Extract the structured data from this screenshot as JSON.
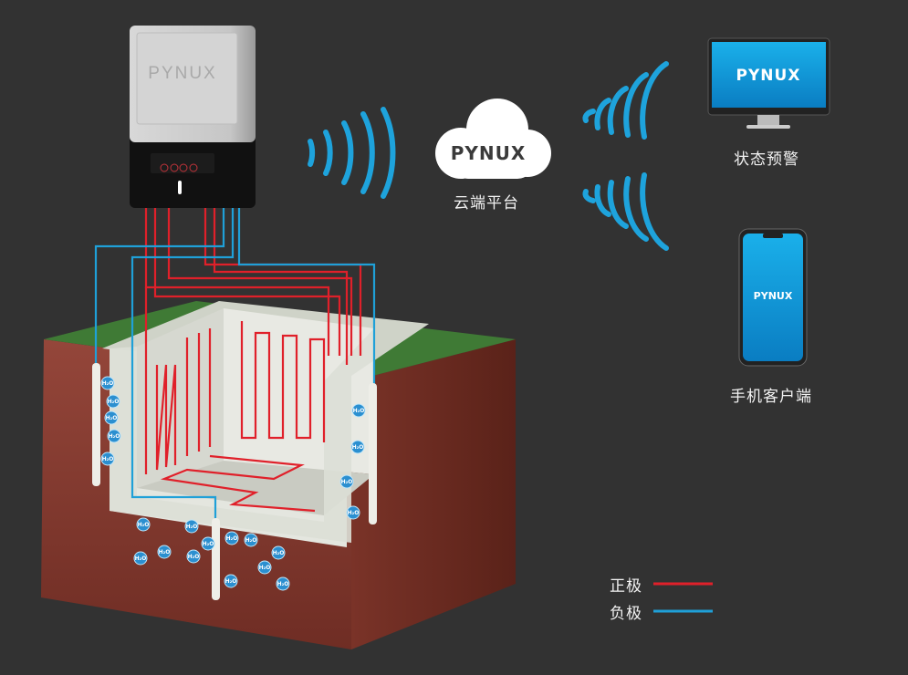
{
  "brand": "PYNUX",
  "cloud": {
    "brand": "PYNUX",
    "label": "云端平台"
  },
  "monitor": {
    "brand": "PYNUX",
    "label": "状态预警"
  },
  "phone": {
    "brand": "PYNUX",
    "label": "手机客户端"
  },
  "device": {
    "brand": "PYNUX"
  },
  "molecule_label": "H₂O",
  "legend": [
    {
      "label": "正极",
      "color": "#e0202a"
    },
    {
      "label": "负极",
      "color": "#1fa0d8"
    }
  ],
  "colors": {
    "background": "#323232",
    "accent_blue": "#1ea3dc",
    "wire_red": "#e0202a",
    "soil": "#8a3a2c",
    "grass": "#3f7a35"
  }
}
